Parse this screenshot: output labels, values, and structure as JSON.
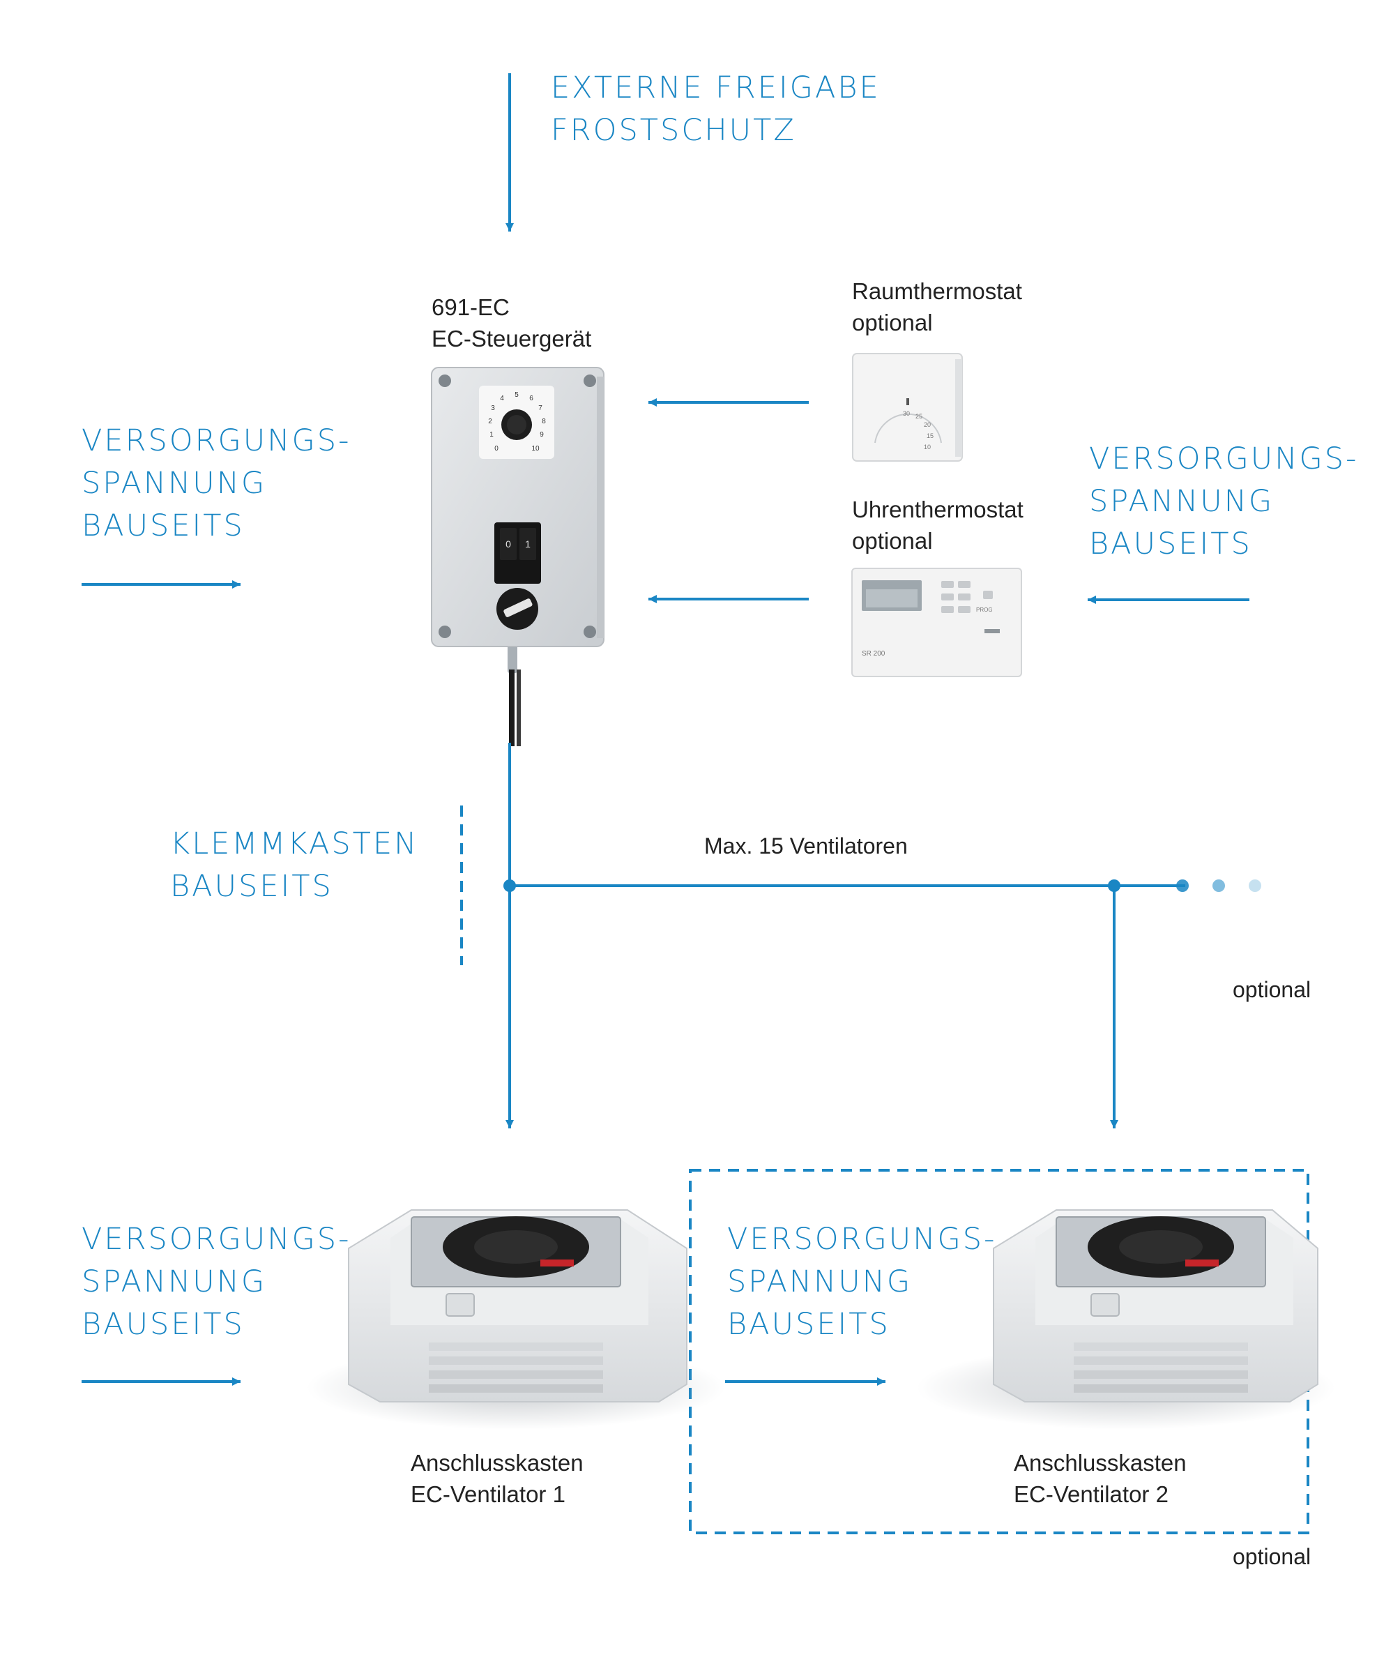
{
  "colors": {
    "accent_blue": "#1a86c4",
    "text_dark": "#222222",
    "device_grey": "#dcdfe2",
    "background": "#ffffff"
  },
  "labels": {
    "externe_freigabe": "EXTERNE FREIGABE\nFROSTSCHUTZ",
    "controller": "691-EC\nEC-Steuergerät",
    "raumthermostat": "Raumthermostat\noptional",
    "uhrenthermostat": "Uhrenthermostat\noptional",
    "versorgung_left_top": "VERSORGUNGS-\nSPANNUNG\nBAUSEITS",
    "versorgung_right": "VERSORGUNGS-\nSPANNUNG\nBAUSEITS",
    "klemmkasten": "KLEMMKASTEN\nBAUSEITS",
    "max_ventilatoren": "Max. 15 Ventilatoren",
    "optional_klemmkasten": "optional",
    "versorgung_left_bottom": "VERSORGUNGS-\nSPANNUNG\nBAUSEITS",
    "versorgung_middle_bottom": "VERSORGUNGS-\nSPANNUNG\nBAUSEITS",
    "fan1": "Anschlusskasten\nEC-Ventilator 1",
    "fan2": "Anschlusskasten\nEC-Ventilator 2",
    "optional_fan2": "optional"
  },
  "controller_device": {
    "dial_numbers": [
      "0",
      "1",
      "2",
      "3",
      "4",
      "5",
      "6",
      "7",
      "8",
      "9",
      "10"
    ],
    "switch_labels": [
      "0",
      "1"
    ]
  },
  "room_thermostat_dial": [
    "30",
    "25",
    "20",
    "15",
    "10"
  ],
  "clock_thermostat": {
    "model": "SR 200",
    "button_label": "PROG"
  }
}
